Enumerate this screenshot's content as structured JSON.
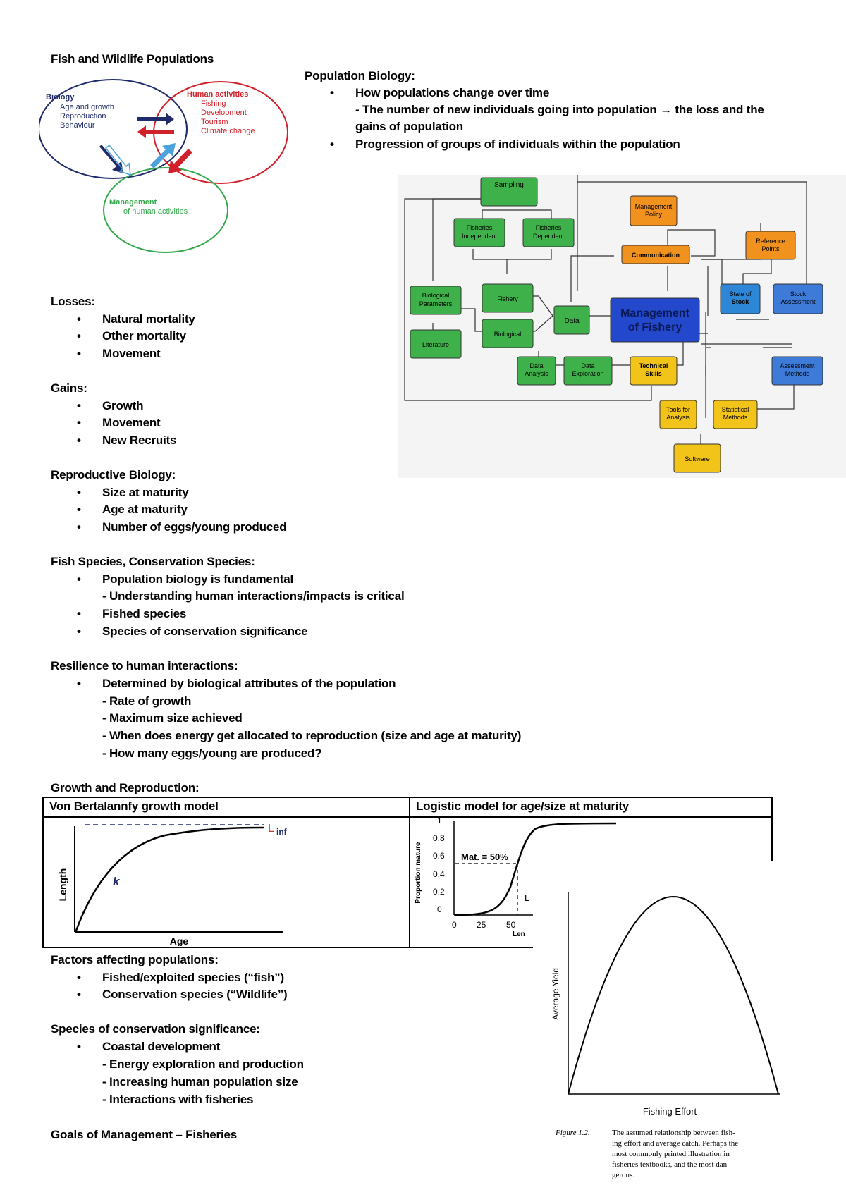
{
  "title": "Fish and Wildlife Populations",
  "venn": {
    "biology_title": "Biology",
    "biology_items": [
      "Age and growth",
      "Reproduction",
      "Behaviour"
    ],
    "human_title": "Human activities",
    "human_items": [
      "Fishing",
      "Development",
      "Tourism",
      "Climate change"
    ],
    "management_title": "Management",
    "management_sub": "of human activities"
  },
  "population_biology": {
    "heading": "Population Biology:",
    "bullet1": "How populations change over time",
    "bullet1_sub1": "- The number of new individuals going into population → the loss and the",
    "bullet1_sub2": "gains of population",
    "bullet2": "Progression of groups of individuals within the population"
  },
  "flowchart": {
    "sampling": "Sampling",
    "fisheries_independent": [
      "Fisheries",
      "Independent"
    ],
    "fisheries_dependent": [
      "Fisheries",
      "Dependent"
    ],
    "biological_parameters": [
      "Biological",
      "Parameters"
    ],
    "literature": "Literature",
    "fishery": "Fishery",
    "biological": "Biological",
    "data": "Data",
    "management_of_fishery": [
      "Management",
      "of Fishery"
    ],
    "management_policy": [
      "Management",
      "Policy"
    ],
    "communication": "Communication",
    "reference_points": [
      "Reference",
      "Points"
    ],
    "state_of_stock": [
      "State of",
      "Stock"
    ],
    "stock_assessment": [
      "Stock",
      "Assessment"
    ],
    "data_analysis": [
      "Data",
      "Analysis"
    ],
    "data_exploration": [
      "Data",
      "Exploration"
    ],
    "technical_skills": [
      "Technical",
      "Skills"
    ],
    "assessment_methods": [
      "Assessment",
      "Methods"
    ],
    "tools_for_analysis": [
      "Tools for",
      "Analysis"
    ],
    "statistical_methods": [
      "Statistical",
      "Methods"
    ],
    "software": "Software"
  },
  "losses": {
    "heading": "Losses:",
    "items": [
      "Natural mortality",
      "Other mortality",
      "Movement"
    ]
  },
  "gains": {
    "heading": "Gains:",
    "items": [
      "Growth",
      "Movement",
      "New Recruits"
    ]
  },
  "reproductive": {
    "heading": "Reproductive Biology:",
    "items": [
      "Size at maturity",
      "Age at maturity",
      "Number of eggs/young produced"
    ]
  },
  "fish_species": {
    "heading": "Fish Species, Conservation Species:",
    "item1": "Population biology is fundamental",
    "item1_sub": "- Understanding human interactions/impacts is critical",
    "item2": "Fished species",
    "item3": "Species of conservation significance"
  },
  "resilience": {
    "heading": "Resilience to human interactions:",
    "item1": "Determined by biological attributes of the population",
    "subs": [
      "- Rate of growth",
      "- Maximum size achieved",
      "- When does energy get allocated to reproduction (size and age at maturity)",
      "- How many eggs/young are produced?"
    ]
  },
  "growth_reproduction": {
    "heading": "Growth and Reproduction:",
    "col1_header": "Von Bertalannfy growth model",
    "col2_header": "Logistic model for age/size at maturity",
    "vb_linf_label": "L",
    "vb_linf_sub": "inf",
    "vb_k_label": "k",
    "vb_ylabel": "Length",
    "vb_xlabel": "Age",
    "logit_ylabel": "Proportion mature",
    "logit_yticks": [
      "1",
      "0.8",
      "0.6",
      "0.4",
      "0.2",
      "0"
    ],
    "logit_xticks": [
      "0",
      "25",
      "50"
    ],
    "logit_annotation": "Mat. = 50%",
    "logit_xlabel_partial": "Len",
    "logit_l_partial": "L"
  },
  "chart_data": [
    {
      "type": "line",
      "title": "",
      "xlabel": "Fishing Effort",
      "ylabel": "Average Yield",
      "series": [
        {
          "x": [
            0,
            0.1,
            0.2,
            0.3,
            0.4,
            0.5,
            0.6,
            0.7,
            0.8,
            0.9,
            1.0
          ],
          "values": [
            0,
            0.36,
            0.64,
            0.84,
            0.96,
            1.0,
            0.96,
            0.84,
            0.64,
            0.36,
            0
          ]
        }
      ]
    }
  ],
  "yield_caption": {
    "label": "Figure 1.2.",
    "lines": [
      "The assumed relationship between fish-",
      "ing effort and average catch. Perhaps the",
      "most commonly printed illustration in",
      "fisheries textbooks, and the most dan-",
      "gerous."
    ]
  },
  "factors": {
    "heading": "Factors affecting populations:",
    "items": [
      "Fished/exploited species (“fish”)",
      "Conservation species (“Wildlife”)"
    ]
  },
  "conservation": {
    "heading": "Species of conservation significance:",
    "item1": "Coastal development",
    "subs": [
      "- Energy exploration and production",
      "- Increasing human population size",
      "- Interactions with fisheries"
    ]
  },
  "goals": {
    "heading": "Goals of Management – Fisheries"
  }
}
